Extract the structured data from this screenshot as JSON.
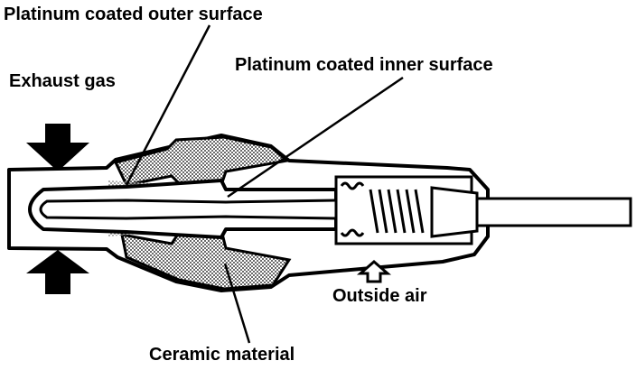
{
  "labels": {
    "outer_surface": "Platinum coated outer surface",
    "inner_surface": "Platinum coated inner surface",
    "exhaust_gas": "Exhaust gas",
    "outside_air": "Outside air",
    "ceramic": "Ceramic material"
  },
  "colors": {
    "ink": "#000000",
    "paper": "#ffffff",
    "stipple": "#000000"
  }
}
